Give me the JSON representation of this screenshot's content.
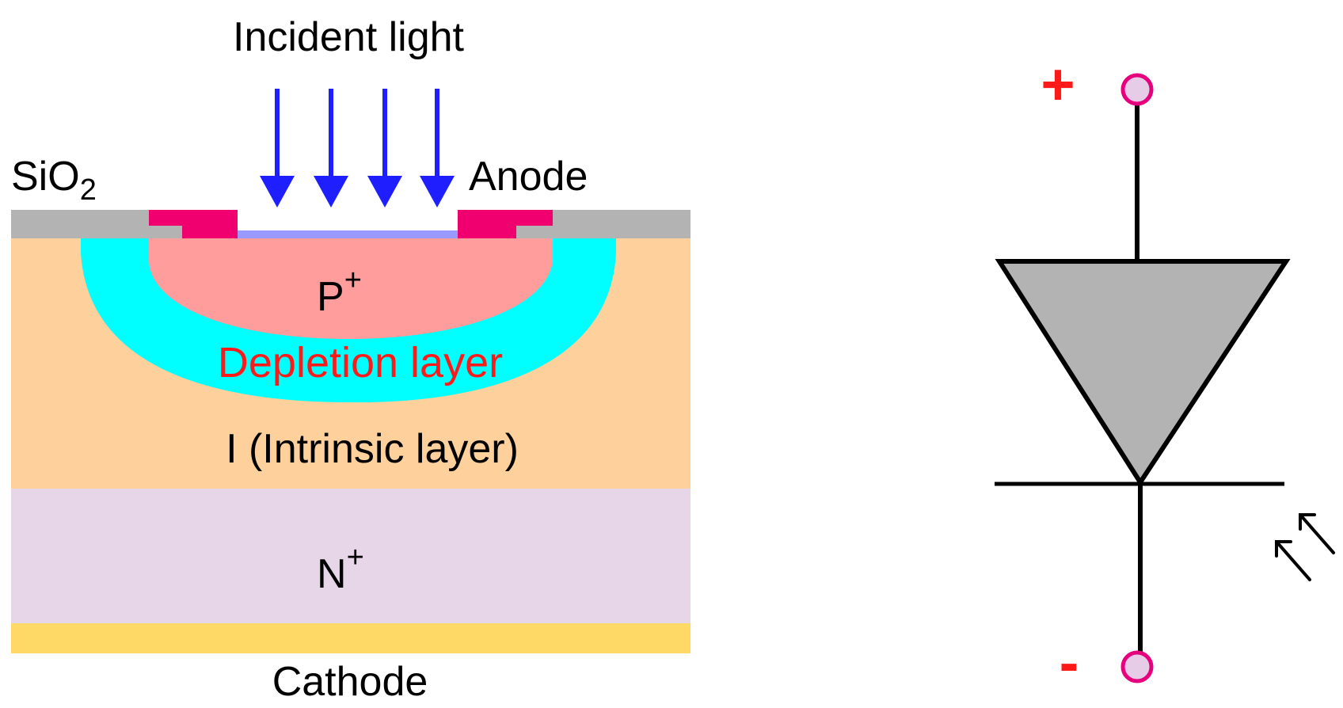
{
  "cross_section": {
    "incident_light_label": "Incident light",
    "sio2_label": "SiO",
    "sio2_subscript": "2",
    "anode_label": "Anode",
    "p_plus_label": "P",
    "p_plus_superscript": "+",
    "depletion_label": "Depletion layer",
    "intrinsic_label": "I (Intrinsic layer)",
    "n_plus_label": "N",
    "n_plus_superscript": "+",
    "cathode_label": "Cathode"
  },
  "symbol": {
    "plus_label": "+",
    "minus_label": "-"
  },
  "colors": {
    "light_arrow": "#1e1eff",
    "sio2": "#b3b3b3",
    "anode_metal": "#f0006e",
    "window": "#9999ff",
    "intrinsic": "#fdd09c",
    "depletion": "#00ffff",
    "p_plus": "#ff9c9c",
    "n_plus": "#e6d6e8",
    "cathode_metal": "#ffd966",
    "depletion_text": "#ff1a1a",
    "terminal_sign": "#ff1a1a",
    "terminal_fill": "#e6cce6",
    "terminal_stroke": "#e6007e",
    "diode_fill": "#b3b3b3"
  }
}
